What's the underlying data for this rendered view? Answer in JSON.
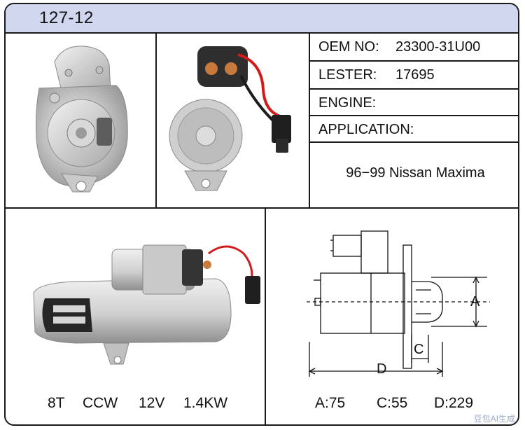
{
  "header": {
    "part_code": "127-12"
  },
  "specs": [
    {
      "label": "OEM  NO:",
      "value": "23300-31U00"
    },
    {
      "label": "LESTER:",
      "value": "17695"
    },
    {
      "label": "ENGINE:",
      "value": ""
    },
    {
      "label": "APPLICATION:",
      "value": ""
    }
  ],
  "application": "96−99 Nissan Maxima",
  "motor_specs": {
    "teeth": "8T",
    "rotation": "CCW",
    "voltage": "12V",
    "power": "1.4KW"
  },
  "dimensions": {
    "a": "A:75",
    "c": "C:55",
    "d": "D:229",
    "label_a": "A",
    "label_c": "C",
    "label_d": "D"
  },
  "watermark": "豆包AI生成",
  "colors": {
    "header_bg": "#cfd6ee",
    "border": "#1a1a1a",
    "wire": "#d21c1c"
  }
}
